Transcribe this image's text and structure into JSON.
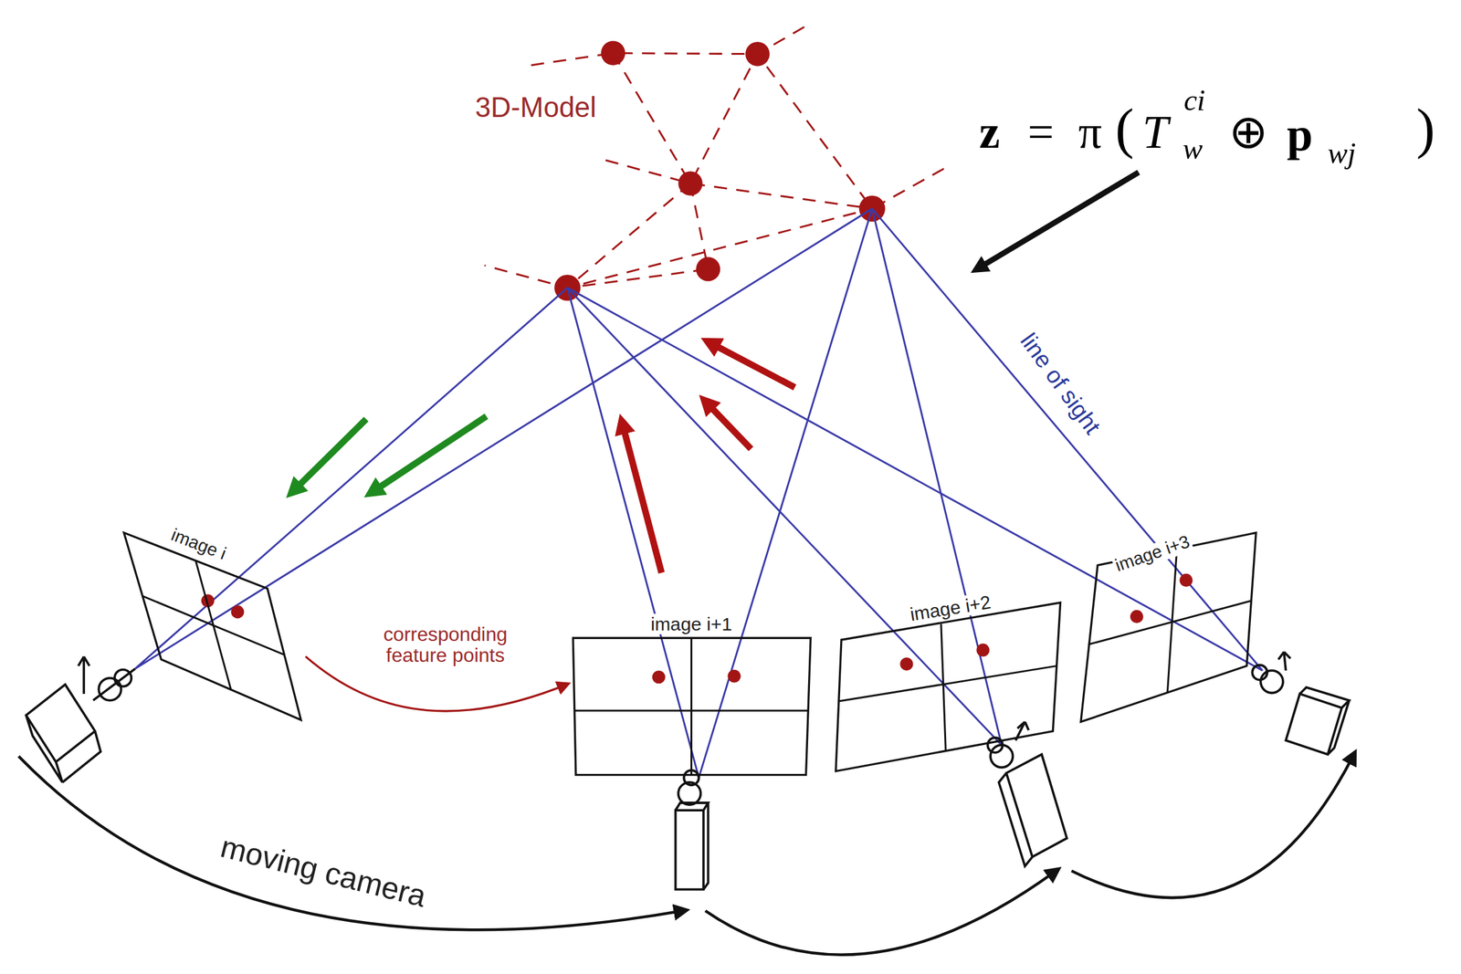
{
  "diagram": {
    "nodes": [
      {
        "text": [
          "image i"
        ]
      },
      {
        "text": [
          "image i+1"
        ]
      },
      {
        "text": [
          "image i+2"
        ]
      },
      {
        "text": [
          "image i+3"
        ]
      }
    ],
    "edges": [
      {
        "from": 0,
        "to": 1,
        "arrow": "to",
        "label": "corresponding feature points"
      }
    ],
    "labels": [
      "3D-Model",
      "line of sight",
      "moving camera",
      "z",
      "=",
      "π",
      "(",
      "T",
      "ci",
      "w",
      "⊕",
      "p",
      "wj",
      ")"
    ]
  }
}
